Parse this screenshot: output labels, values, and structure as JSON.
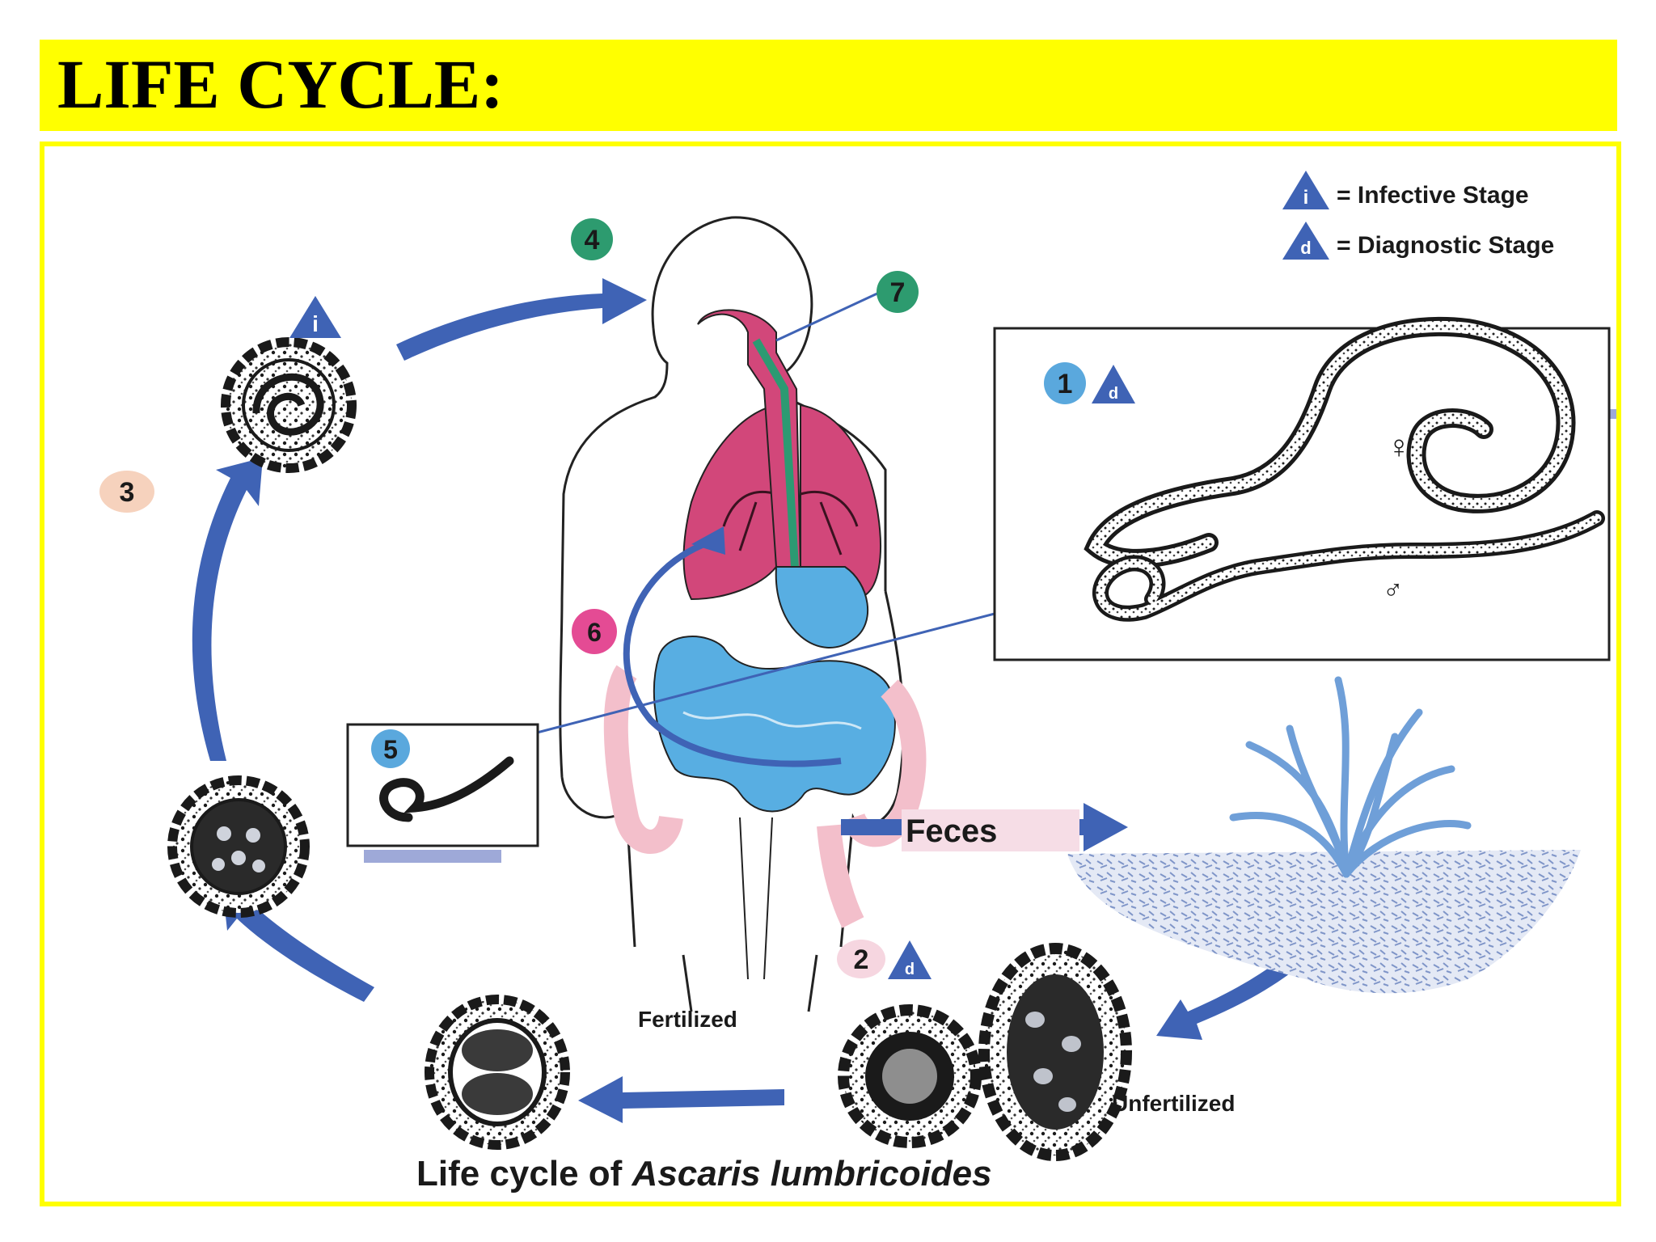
{
  "header": {
    "title": "LIFE CYCLE:"
  },
  "colors": {
    "highlight": "#ffff00",
    "arrow_blue": "#3f63b5",
    "lung_pink": "#d2477a",
    "intestine_blue": "#58aee2",
    "airway_green": "#2c9a72",
    "colon_pink": "#f3bfcb",
    "step_badge_green": "#2d9b6f",
    "step_badge_blue": "#5aa8dd",
    "step_badge_magenta": "#e44b94",
    "step_badge_peach": "#f6d2bd",
    "step_badge_pink": "#f6d6e0"
  },
  "diagram": {
    "caption_prefix": "Life cycle of ",
    "caption_species": "Ascaris lumbricoides",
    "legend": {
      "infective_symbol": "i",
      "infective_label": "= Infective Stage",
      "diagnostic_symbol": "d",
      "diagnostic_label": "= Diagnostic Stage"
    },
    "steps": {
      "step1": "1",
      "step2": "2",
      "step3": "3",
      "step4": "4",
      "step5": "5",
      "step6": "6",
      "step7": "7"
    },
    "stage_symbols": {
      "infective": "i",
      "diagnostic": "d"
    },
    "labels": {
      "feces": "Feces",
      "fertilized": "Fertilized",
      "unfertilized": "Unfertilized",
      "female_symbol": "♀",
      "male_symbol": "♂"
    }
  }
}
